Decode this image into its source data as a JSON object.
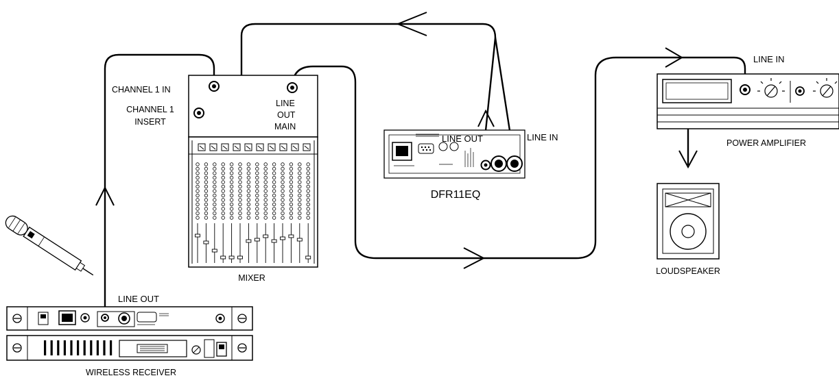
{
  "labels": {
    "channel1_in": "CHANNEL 1 IN",
    "channel1_insert_line1": "CHANNEL 1",
    "channel1_insert_line2": "INSERT",
    "line_out_main_1": "LINE",
    "line_out_main_2": "OUT",
    "line_out_main_3": "MAIN",
    "mixer": "MIXER",
    "dfr_line_out": "LINE OUT",
    "dfr_line_in": "LINE IN",
    "dfr_name": "DFR11EQ",
    "amp_line_in": "LINE IN",
    "power_amplifier": "POWER AMPLIFIER",
    "loudspeaker": "LOUDSPEAKER",
    "receiver_line_out": "LINE OUT",
    "wireless_receiver": "WIRELESS RECEIVER"
  },
  "colors": {
    "stroke": "#000000",
    "background": "#ffffff"
  }
}
